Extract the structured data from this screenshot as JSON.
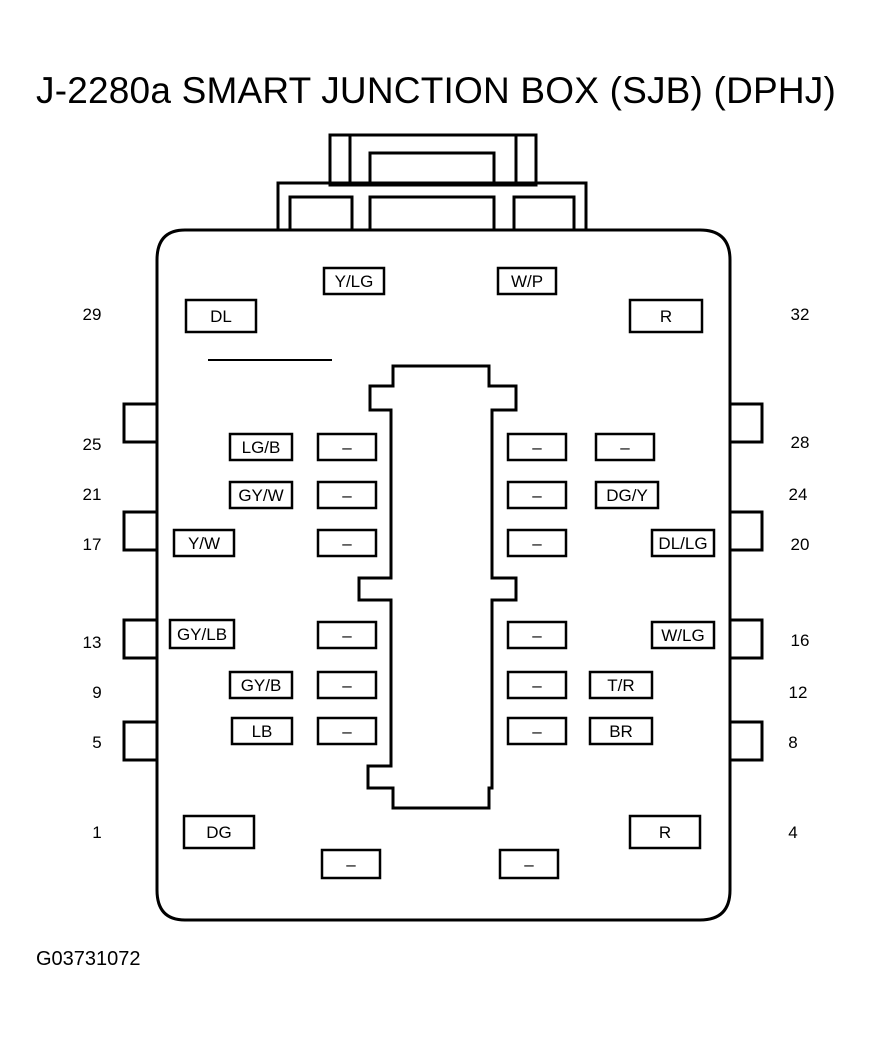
{
  "title": "J-2280a SMART JUNCTION BOX (SJB) (DPHJ)",
  "figure_code": "G03731072",
  "pin_numbers": [
    "29",
    "25",
    "21",
    "17",
    "13",
    "9",
    "5",
    "1",
    "32",
    "28",
    "24",
    "20",
    "16",
    "12",
    "8",
    "4"
  ],
  "cavities": [
    "Y/LG",
    "W/P",
    "DL",
    "R",
    "LG/B",
    "–",
    "–",
    "–",
    "GY/W",
    "–",
    "–",
    "DG/Y",
    "Y/W",
    "–",
    "–",
    "DL/LG",
    "GY/LB",
    "–",
    "–",
    "W/LG",
    "GY/B",
    "–",
    "–",
    "T/R",
    "LB",
    "–",
    "–",
    "BR",
    "DG",
    "R",
    "–",
    "–"
  ]
}
